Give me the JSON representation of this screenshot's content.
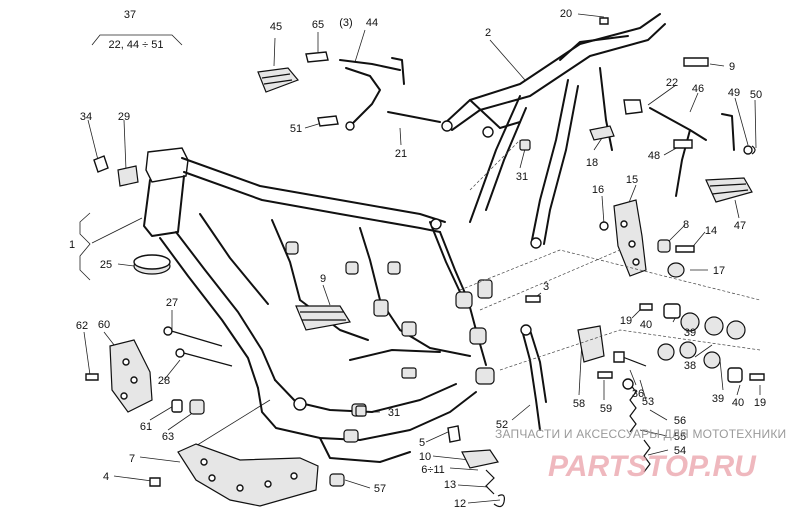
{
  "callouts": {
    "c37": "37",
    "c37sub": "22, 44 ÷ 51",
    "c45": "45",
    "c65": "65",
    "c3p": "(3)",
    "c44": "44",
    "c2": "2",
    "c20": "20",
    "c9a": "9",
    "c22": "22",
    "c46": "46",
    "c49": "49",
    "c50": "50",
    "c34": "34",
    "c29": "29",
    "c51": "51",
    "c21": "21",
    "c18": "18",
    "c31a": "31",
    "c48": "48",
    "c47": "47",
    "c16": "16",
    "c15": "15",
    "c8": "8",
    "c14": "14",
    "c17": "17",
    "c1": "1",
    "c25": "25",
    "c9b": "9",
    "c3": "3",
    "c27": "27",
    "c62": "62",
    "c60": "60",
    "c19a": "19",
    "c40a": "40",
    "c39a": "39",
    "c58": "58",
    "c36": "36",
    "c53": "53",
    "c38": "38",
    "c39b": "39",
    "c40b": "40",
    "c19b": "19",
    "c28": "28",
    "c61": "61",
    "c63": "63",
    "c59": "59",
    "c56": "56",
    "c55": "55",
    "c54": "54",
    "c31b": "31",
    "c52": "52",
    "c7": "7",
    "c5": "5",
    "c10": "10",
    "c6_11": "6÷11",
    "c4": "4",
    "c57": "57",
    "c13": "13",
    "c12": "12"
  },
  "watermark": {
    "line1": "ЗАПЧАСТИ И АКСЕССУАРЫ ДЛЯ МОТОТЕХНИКИ",
    "line2": "PARTSTOP.RU",
    "color": "#e9a0a8"
  }
}
